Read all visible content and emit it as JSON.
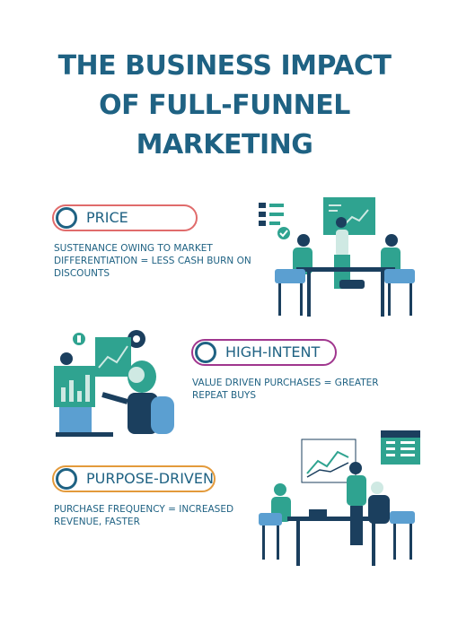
{
  "title": {
    "line1": "THE BUSINESS IMPACT",
    "line2": "OF FULL-FUNNEL",
    "line3": "MARKETING"
  },
  "items": [
    {
      "label": "PRICE",
      "description_line1": "SUSTENANCE OWING TO MARKET",
      "description_line2": "DIFFERENTIATION = LESS CASH BURN ON",
      "description_line3": "DISCOUNTS",
      "border_color": "#e06b6b"
    },
    {
      "label": "HIGH-INTENT",
      "description_line1": "VALUE DRIVEN PURCHASES = GREATER",
      "description_line2": "REPEAT BUYS",
      "border_color": "#a0368e"
    },
    {
      "label": "PURPOSE-DRIVEN",
      "description_line1": "PURCHASE FREQUENCY = INCREASED",
      "description_line2": "REVENUE, FASTER",
      "border_color": "#e39a3b"
    }
  ],
  "colors": {
    "title": "#1f6283",
    "teal": "#2fa390",
    "navy": "#1b3f5e",
    "light_blue": "#5b9fd1",
    "pale_teal": "#cfe9e3"
  },
  "illustrations": [
    "team-meeting-illustration",
    "analyst-dashboard-illustration",
    "office-collaboration-illustration"
  ]
}
